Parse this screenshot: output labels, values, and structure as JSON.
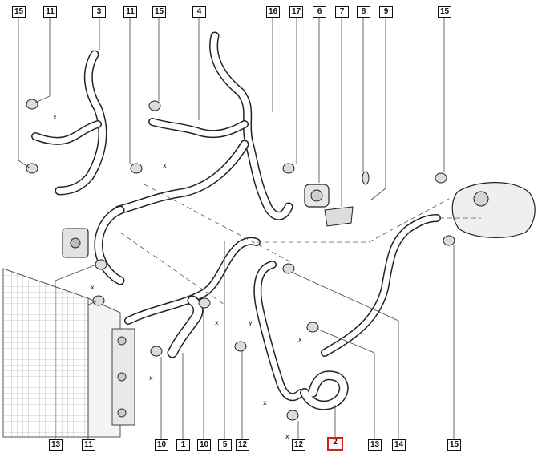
{
  "callouts": {
    "top_15_left": "15",
    "top_11_left": "11",
    "top_3": "3",
    "top_11_mid": "11",
    "top_15_mid": "15",
    "top_4": "4",
    "top_16": "16",
    "top_17": "17",
    "top_6": "6",
    "top_7": "7",
    "top_8": "8",
    "top_9": "9",
    "top_15_right": "15",
    "bot_13_left": "13",
    "bot_11": "11",
    "bot_10_a": "10",
    "bot_1": "1",
    "bot_10_b": "10",
    "bot_5": "5",
    "bot_12_a": "12",
    "bot_12_b": "12",
    "bot_2": "2",
    "bot_13_right": "13",
    "bot_14": "14",
    "bot_15": "15"
  },
  "marks": {
    "x": "x",
    "y": "y"
  },
  "highlight_color": "#e01818"
}
